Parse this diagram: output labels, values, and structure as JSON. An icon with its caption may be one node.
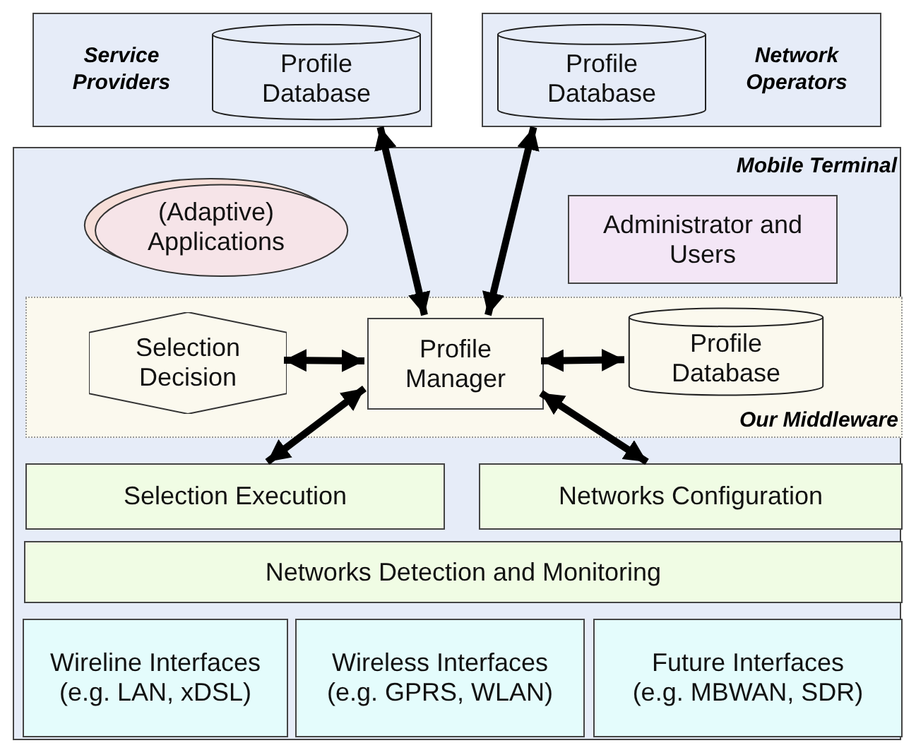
{
  "diagram": {
    "nodes": [
      {
        "text": [
          "Service Providers"
        ]
      },
      {
        "text": [
          "Profile Database"
        ],
        "in": 0
      },
      {
        "text": [
          "Network Operators"
        ]
      },
      {
        "text": [
          "Profile Database"
        ],
        "in": 2
      },
      {
        "text": [
          "Mobile Terminal"
        ]
      },
      {
        "text": [
          "(Adaptive) Applications"
        ],
        "in": 4
      },
      {
        "text": [
          "Administrator and Users"
        ],
        "in": 4
      },
      {
        "text": [
          "Our Middleware"
        ],
        "in": 4
      },
      {
        "text": [
          "Selection Decision"
        ],
        "in": 7
      },
      {
        "text": [
          "Profile Manager"
        ],
        "in": 7
      },
      {
        "text": [
          "Profile Database"
        ],
        "in": 7
      },
      {
        "text": [
          "Selection Execution"
        ],
        "in": 4
      },
      {
        "text": [
          "Networks Configuration"
        ],
        "in": 4
      },
      {
        "text": [
          "Networks Detection and Monitoring"
        ],
        "in": 4
      },
      {
        "text": [
          "Wireline Interfaces (e.g. LAN, xDSL)"
        ],
        "in": 4
      },
      {
        "text": [
          "Wireless Interfaces (e.g. GPRS, WLAN)"
        ],
        "in": 4
      },
      {
        "text": [
          "Future Interfaces (e.g. MBWAN, SDR)"
        ],
        "in": 4
      }
    ],
    "edges": [
      {
        "from": 9,
        "to": 0,
        "arrow": "both"
      },
      {
        "from": 9,
        "to": 2,
        "arrow": "both"
      },
      {
        "from": 8,
        "to": 9,
        "arrow": "both"
      },
      {
        "from": 9,
        "to": 10,
        "arrow": "both"
      },
      {
        "from": 9,
        "to": 11,
        "arrow": "both"
      },
      {
        "from": 9,
        "to": 12,
        "arrow": "both"
      }
    ]
  }
}
